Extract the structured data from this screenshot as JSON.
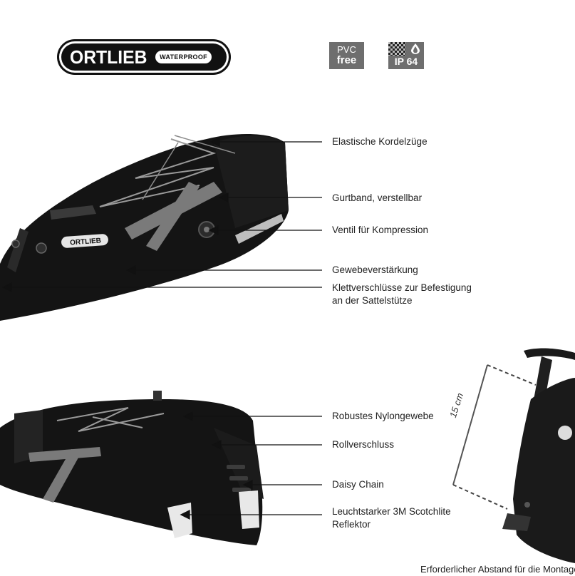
{
  "logo": {
    "brand": "ORTLIEB",
    "tag": "WATERPROOF"
  },
  "badges": {
    "pvc_line1": "PVC",
    "pvc_line2": "free",
    "ip_rating": "IP 64",
    "ip_icon": "water-drop-icon"
  },
  "features_top": [
    "Elastische Kordelzüge",
    "Gurtband, verstellbar",
    "Ventil für Kompression",
    "Gewebeverstärkung",
    "Klettverschlüsse zur Befestigung an der Sattelstütze"
  ],
  "features_bottom": [
    "Robustes Nylongewebe",
    "Rollverschluss",
    "Daisy Chain",
    "Leuchtstarker 3M Scotchlite Reflektor"
  ],
  "bag_logo_text": "ORTLIEB",
  "mount": {
    "distance_label": "15 cm",
    "caption": "Erforderlicher Abstand für die Montage"
  },
  "colors": {
    "bag": "#141414",
    "strap": "#7a7a7a",
    "badge": "#6e6e6e"
  }
}
